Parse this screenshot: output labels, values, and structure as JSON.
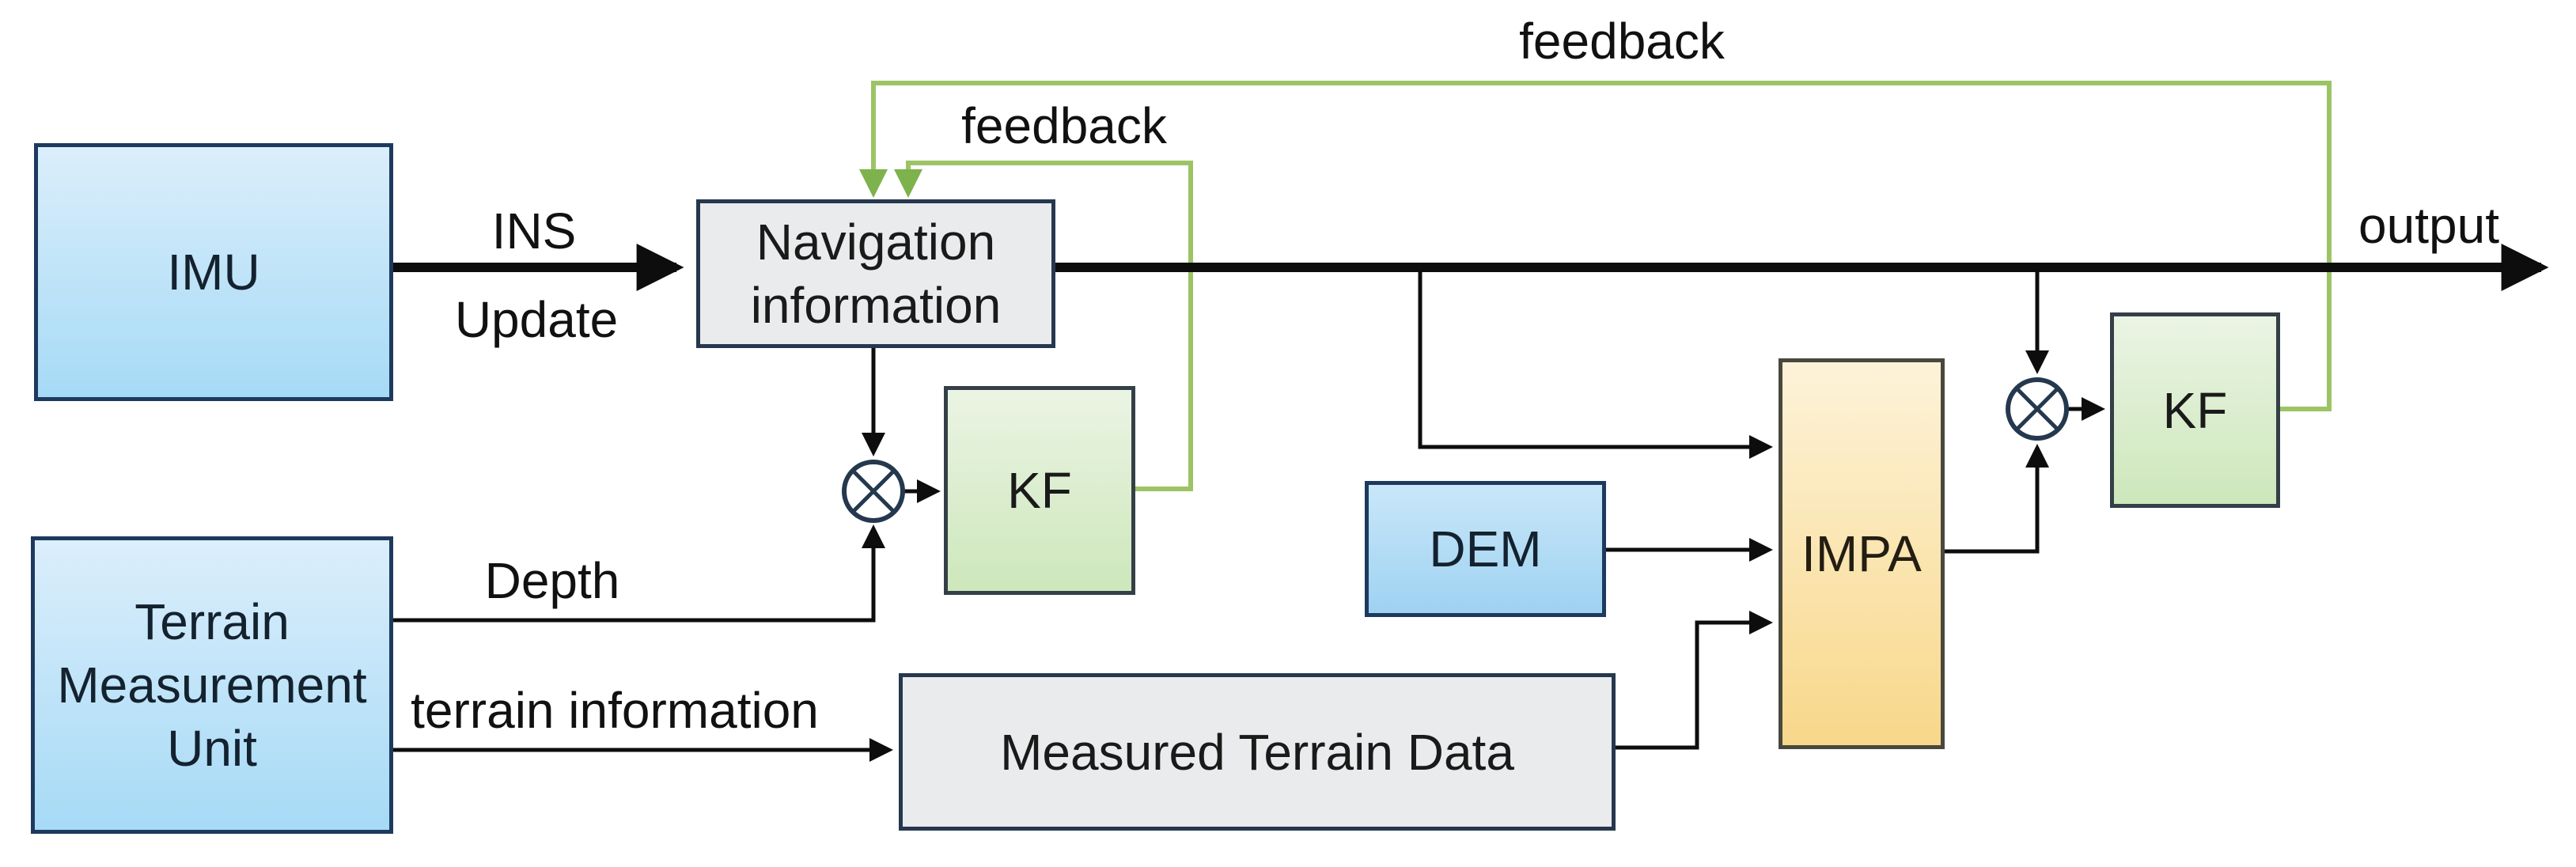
{
  "diagram": {
    "nodes": {
      "imu": {
        "label": "IMU"
      },
      "nav": {
        "line1": "Navigation",
        "line2": "information"
      },
      "tmu": {
        "line1": "Terrain",
        "line2": "Measurement",
        "line3": "Unit"
      },
      "kf_left": {
        "label": "KF"
      },
      "kf_right": {
        "label": "KF"
      },
      "dem": {
        "label": "DEM"
      },
      "impa": {
        "label": "IMPA"
      },
      "mtd": {
        "label": "Measured Terrain Data"
      }
    },
    "edge_labels": {
      "ins": "INS",
      "update": "Update",
      "feedback_inner": "feedback",
      "feedback_outer": "feedback",
      "output": "output",
      "depth": "Depth",
      "terrain_information": "terrain information"
    },
    "colors": {
      "feedback_line_green": "#9cc465",
      "feedback_arrow_green": "#7db24c",
      "signal_line_black": "#0d0d0d",
      "blue_box_top": "#dbeefb",
      "blue_box_bottom": "#a6daf6",
      "green_box_top": "#ebf4e4",
      "green_box_bottom": "#cde7bb",
      "amber_box_top": "#fdf3d9",
      "amber_box_bottom": "#f8d78a",
      "gray_box_fill": "#eaebec",
      "box_border_navy": "#1d3a5e"
    }
  }
}
